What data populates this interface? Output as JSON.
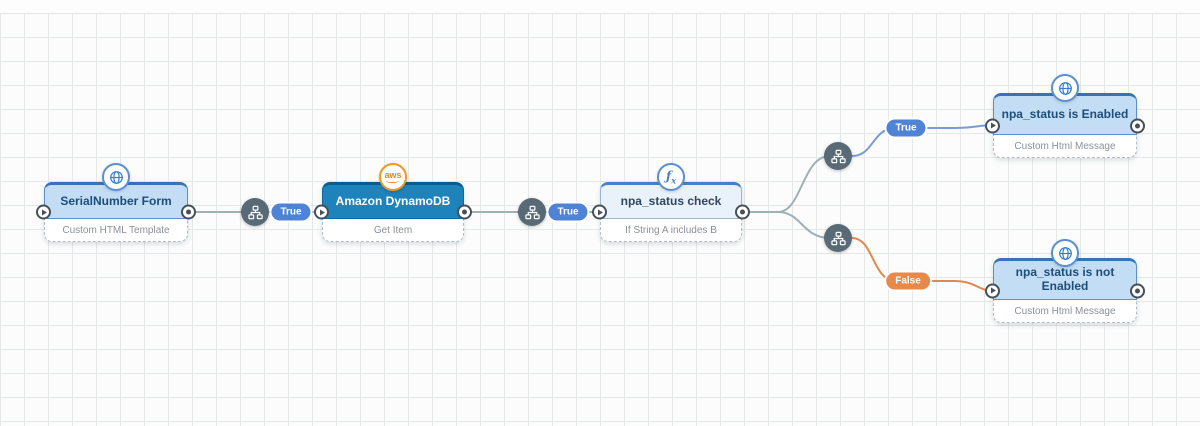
{
  "workflow": {
    "nodes": {
      "serialnumber_form": {
        "title": "SerialNumber Form",
        "subtitle": "Custom HTML Template",
        "icon": "globe-icon"
      },
      "amazon_dynamodb": {
        "title": "Amazon DynamoDB",
        "subtitle": "Get Item",
        "icon": "aws-icon"
      },
      "npa_status_check": {
        "title": "npa_status check",
        "subtitle": "If String A includes B",
        "icon": "function-icon"
      },
      "npa_status_enabled": {
        "title": "npa_status is Enabled",
        "subtitle": "Custom Html Message",
        "icon": "globe-icon"
      },
      "npa_status_not_enabled": {
        "title": "npa_status is not Enabled",
        "subtitle": "Custom Html Message",
        "icon": "globe-icon"
      }
    },
    "edge_labels": {
      "label1": "True",
      "label2": "True",
      "label3": "True",
      "label4": "False"
    },
    "icon_text": {
      "aws": "aws",
      "fx_f": "ƒ",
      "fx_x": "x"
    },
    "colors": {
      "true_badge": "#4f83d6",
      "false_badge": "#e8894c",
      "edge": "#9fb0b8",
      "edge_true": "#7a9bd4",
      "edge_false": "#e2884e",
      "dynamodb_header": "#1e82bb",
      "light_header": "#c3ddf5"
    }
  }
}
